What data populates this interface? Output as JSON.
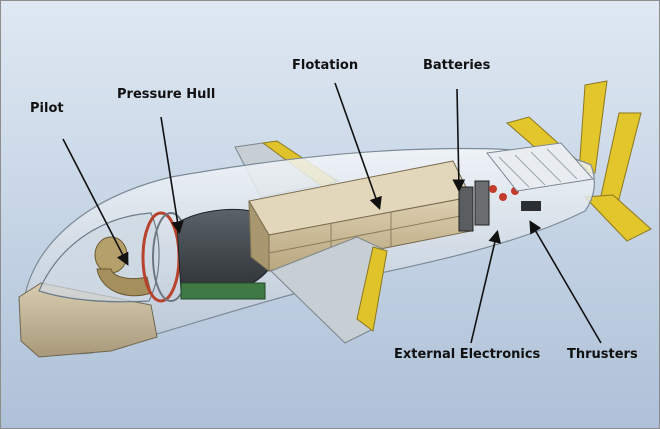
{
  "labels": {
    "pilot": "Pilot",
    "pressure_hull": "Pressure Hull",
    "flotation": "Flotation",
    "batteries": "Batteries",
    "external_electronics": "External Electronics",
    "thrusters": "Thrusters"
  },
  "colors": {
    "background": "#c9d7e7",
    "flotation": "#c9b894",
    "fins": "#e0c22a",
    "hull_dark": "#3d4347",
    "arrows": "#111111"
  }
}
